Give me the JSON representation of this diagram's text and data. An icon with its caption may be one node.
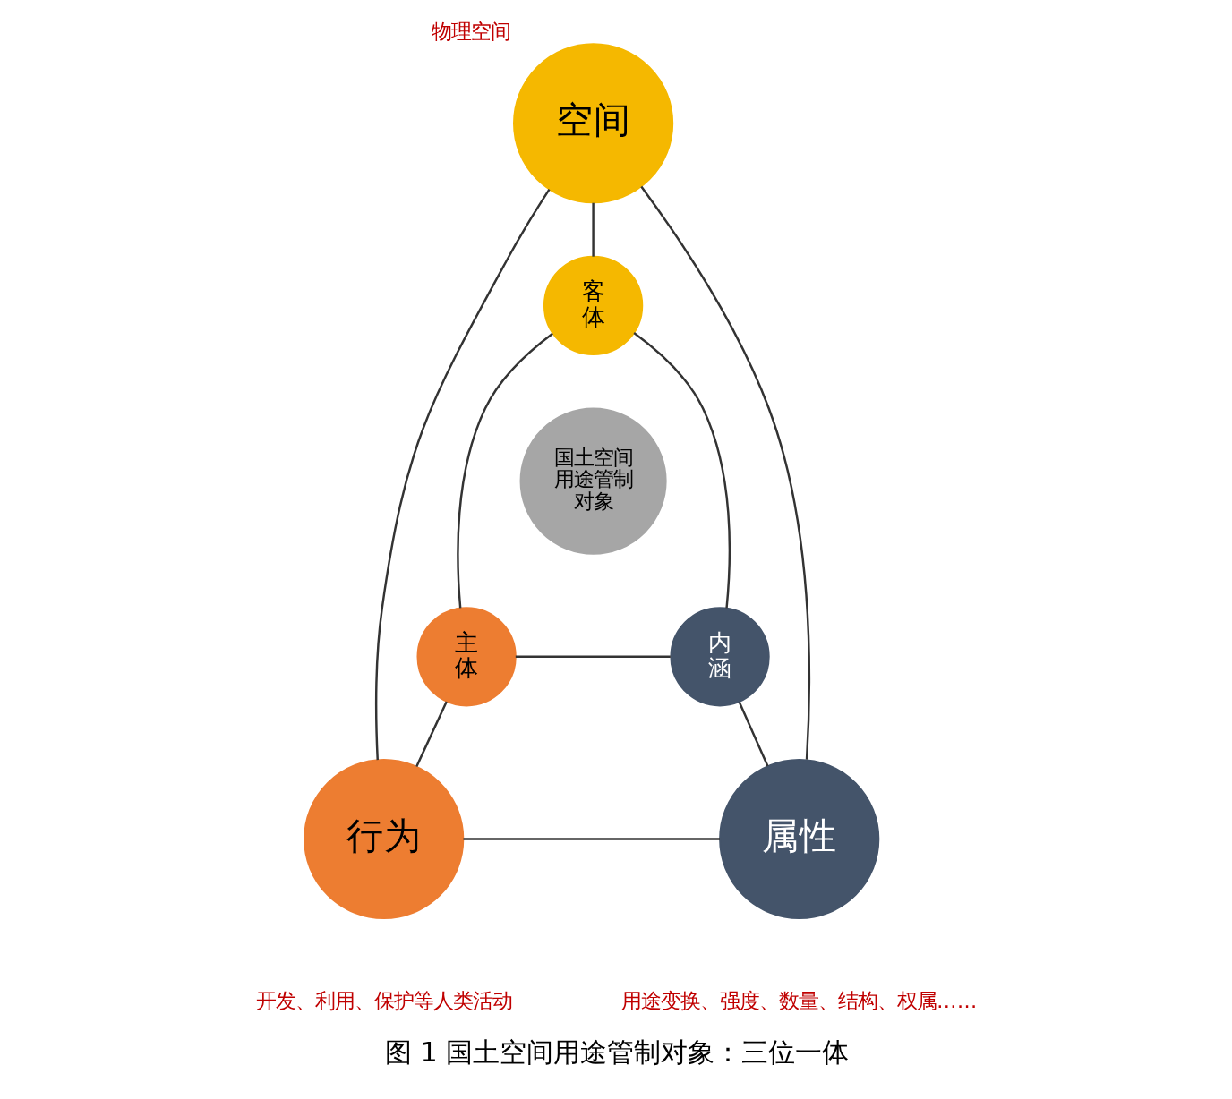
{
  "diagram": {
    "caption": "图 1 国土空间用途管制对象：三位一体",
    "nodes": [
      {
        "text": [
          "空间"
        ],
        "beside": [
          "物理空间"
        ]
      },
      {
        "text": [
          "客体"
        ]
      },
      {
        "text": [
          "国土空间用途管制对象"
        ]
      },
      {
        "text": [
          "主体"
        ]
      },
      {
        "text": [
          "内涵"
        ]
      },
      {
        "text": [
          "行为"
        ],
        "beside": [
          "开发、利用、保护等人类活动"
        ]
      },
      {
        "text": [
          "属性"
        ],
        "beside": [
          "用途变换、强度、数量、结构、权属……"
        ]
      }
    ],
    "edges": [
      {
        "from": 0,
        "to": 1,
        "arrow": "none"
      },
      {
        "from": 1,
        "to": 3,
        "arrow": "none"
      },
      {
        "from": 1,
        "to": 4,
        "arrow": "none"
      },
      {
        "from": 3,
        "to": 4,
        "arrow": "none"
      },
      {
        "from": 0,
        "to": 5,
        "arrow": "none"
      },
      {
        "from": 0,
        "to": 6,
        "arrow": "none"
      },
      {
        "from": 3,
        "to": 5,
        "arrow": "none"
      },
      {
        "from": 4,
        "to": 6,
        "arrow": "none"
      },
      {
        "from": 5,
        "to": 6,
        "arrow": "none"
      }
    ]
  }
}
